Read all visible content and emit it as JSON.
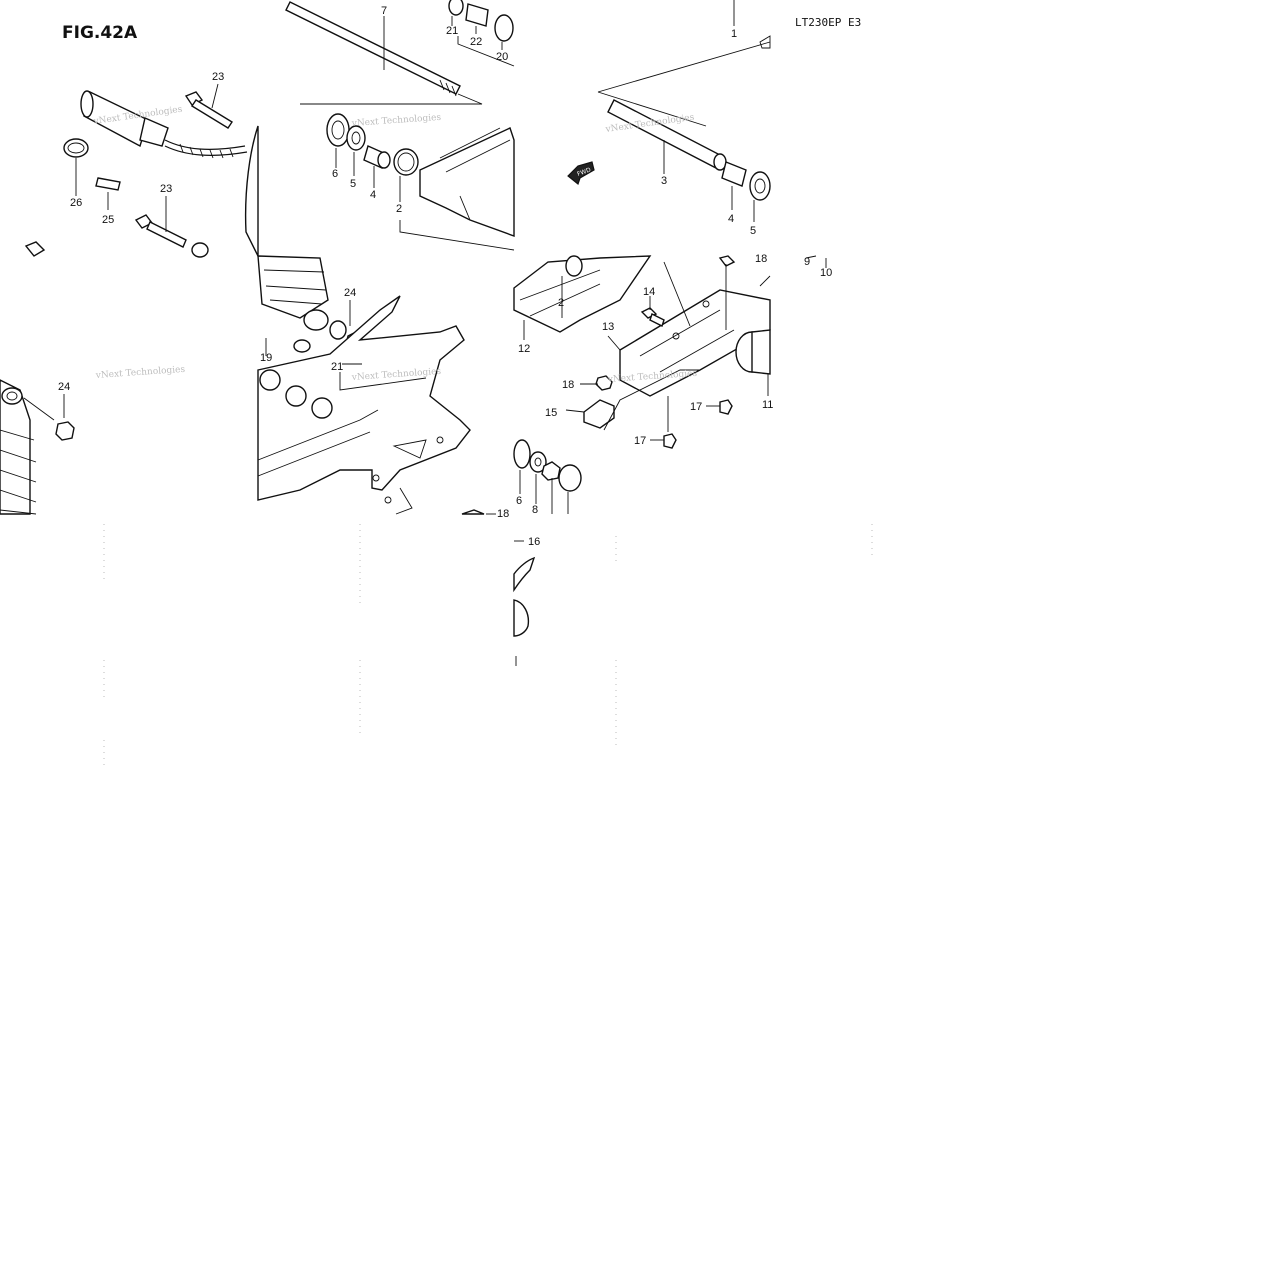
{
  "figure": {
    "title": "FIG.42A",
    "model_code": "LT230EP E3"
  },
  "watermark": {
    "text": "vNext Technologies"
  },
  "direction_label": "FWD",
  "callouts": [
    "1",
    "2",
    "3",
    "4",
    "5",
    "6",
    "7",
    "8",
    "9",
    "10",
    "11",
    "12",
    "13",
    "14",
    "15",
    "16",
    "17",
    "18",
    "19",
    "20",
    "21",
    "22",
    "23",
    "24",
    "25",
    "26"
  ],
  "colors": {
    "ink": "#111111",
    "paper": "#ffffff",
    "watermark": "#bdbdbd"
  }
}
